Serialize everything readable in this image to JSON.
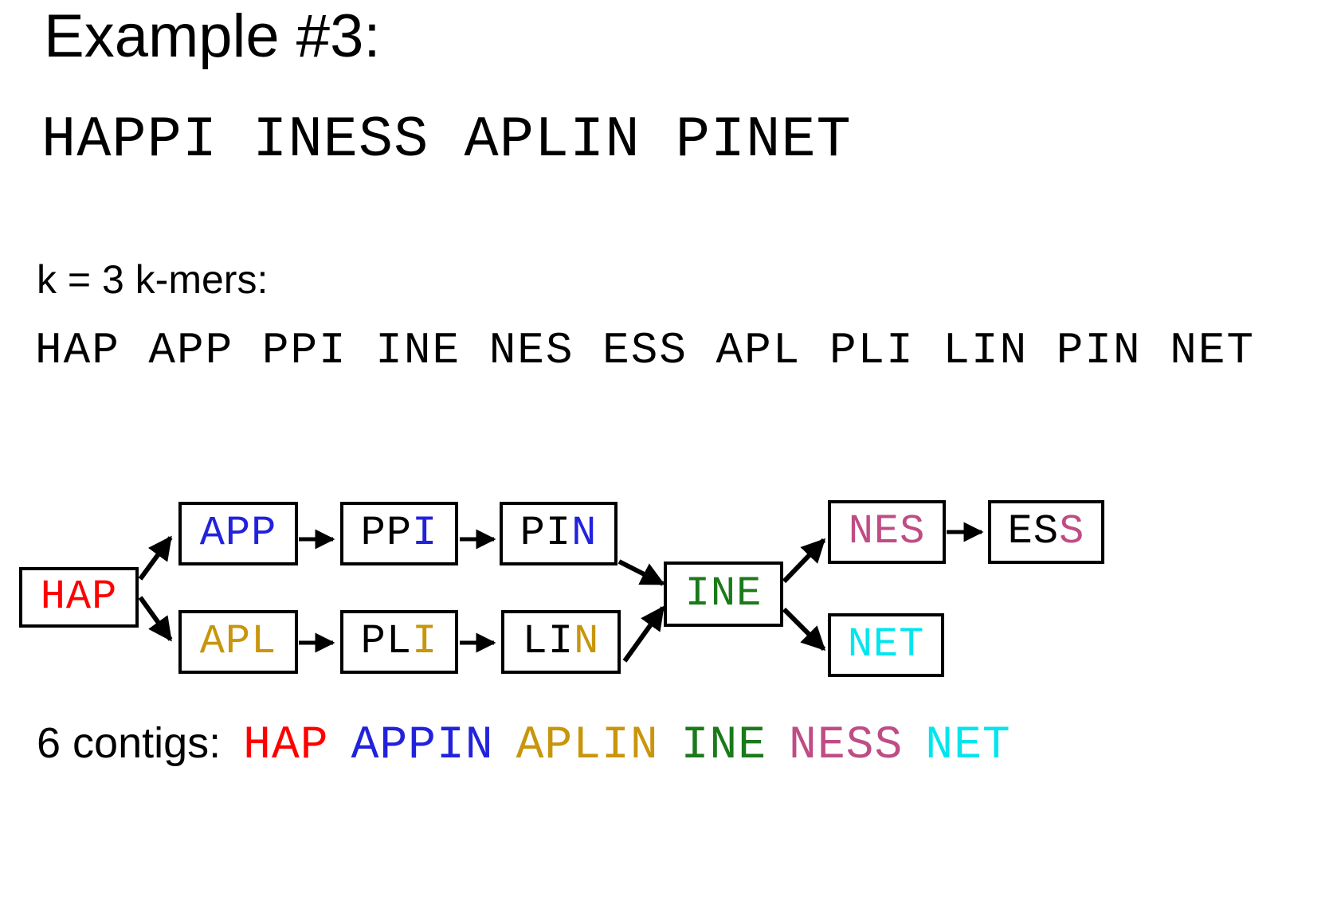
{
  "slide": {
    "title": "Example #3:",
    "sequence": "HAPPI INESS APLIN PINET",
    "k_label": "k = 3 k-mers:",
    "kmers_line": "HAP APP PPI INE NES ESS APL PLI LIN PIN NET",
    "kmers": [
      "HAP",
      "APP",
      "PPI",
      "INE",
      "NES",
      "ESS",
      "APL",
      "PLI",
      "LIN",
      "PIN",
      "NET"
    ]
  },
  "colors": {
    "red": "#ff0000",
    "blue": "#2222dd",
    "gold": "#c8960c",
    "green": "#1a7a1a",
    "mauve": "#bf4d85",
    "cyan": "#00e5ee",
    "black": "#000000"
  },
  "graph": {
    "nodes": [
      {
        "id": "HAP",
        "text": "HAP",
        "parts": [
          {
            "t": "HAP",
            "c": "red"
          }
        ]
      },
      {
        "id": "APP",
        "text": "APP",
        "parts": [
          {
            "t": "APP",
            "c": "blue"
          }
        ]
      },
      {
        "id": "PPI",
        "text": "PPI",
        "parts": [
          {
            "t": "PP",
            "c": "black"
          },
          {
            "t": "I",
            "c": "blue"
          }
        ]
      },
      {
        "id": "PIN",
        "text": "PIN",
        "parts": [
          {
            "t": "PI",
            "c": "black"
          },
          {
            "t": "N",
            "c": "blue"
          }
        ]
      },
      {
        "id": "APL",
        "text": "APL",
        "parts": [
          {
            "t": "APL",
            "c": "gold"
          }
        ]
      },
      {
        "id": "PLI",
        "text": "PLI",
        "parts": [
          {
            "t": "PL",
            "c": "black"
          },
          {
            "t": "I",
            "c": "gold"
          }
        ]
      },
      {
        "id": "LIN",
        "text": "LIN",
        "parts": [
          {
            "t": "LI",
            "c": "black"
          },
          {
            "t": "N",
            "c": "gold"
          }
        ]
      },
      {
        "id": "INE",
        "text": "INE",
        "parts": [
          {
            "t": "INE",
            "c": "green"
          }
        ]
      },
      {
        "id": "NES",
        "text": "NES",
        "parts": [
          {
            "t": "NES",
            "c": "mauve"
          }
        ]
      },
      {
        "id": "ESS",
        "text": "ESS",
        "parts": [
          {
            "t": "ES",
            "c": "black"
          },
          {
            "t": "S",
            "c": "mauve"
          }
        ]
      },
      {
        "id": "NET",
        "text": "NET",
        "parts": [
          {
            "t": "NET",
            "c": "cyan"
          }
        ]
      }
    ],
    "edges": [
      [
        "HAP",
        "APP"
      ],
      [
        "APP",
        "PPI"
      ],
      [
        "PPI",
        "PIN"
      ],
      [
        "PIN",
        "INE"
      ],
      [
        "HAP",
        "APL"
      ],
      [
        "APL",
        "PLI"
      ],
      [
        "PLI",
        "LIN"
      ],
      [
        "LIN",
        "INE"
      ],
      [
        "INE",
        "NES"
      ],
      [
        "NES",
        "ESS"
      ],
      [
        "INE",
        "NET"
      ]
    ]
  },
  "contigs": {
    "label": "6 contigs:",
    "count": 6,
    "items": [
      {
        "text": "HAP",
        "c": "red"
      },
      {
        "text": "APPIN",
        "c": "blue"
      },
      {
        "text": "APLIN",
        "c": "gold"
      },
      {
        "text": "INE",
        "c": "green"
      },
      {
        "text": "NESS",
        "c": "mauve"
      },
      {
        "text": "NET",
        "c": "cyan"
      }
    ]
  }
}
